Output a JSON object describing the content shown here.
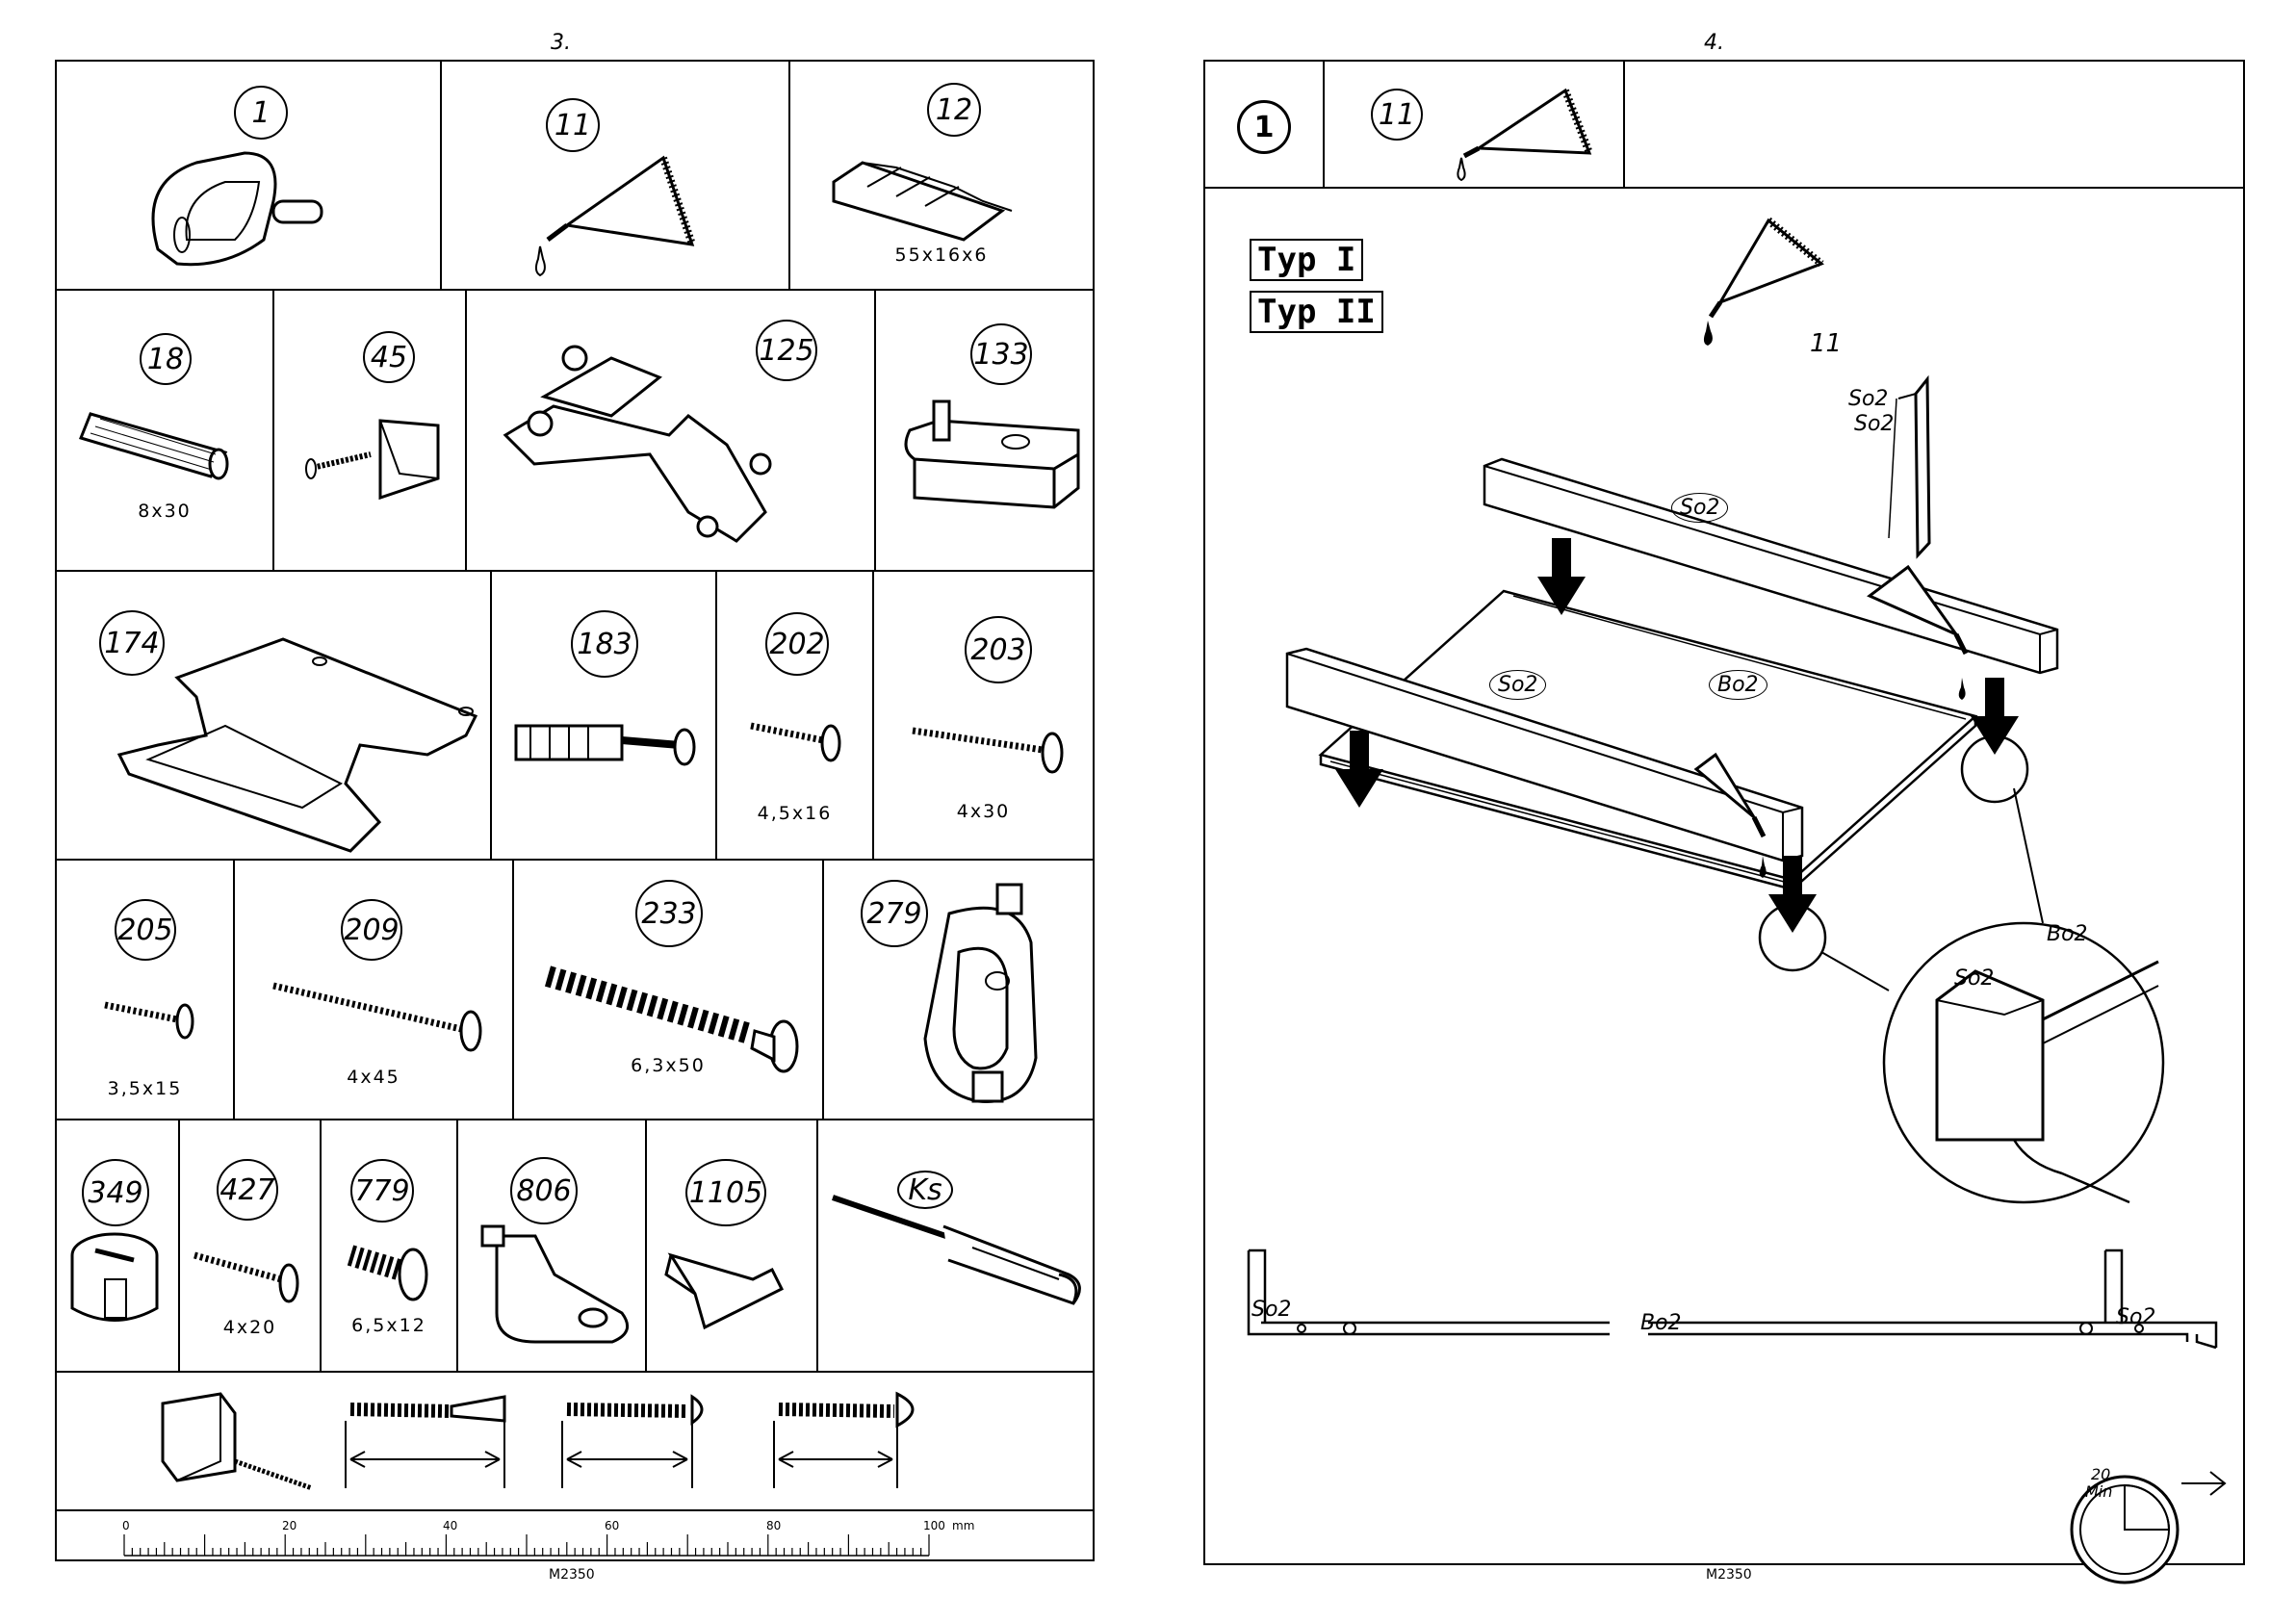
{
  "left_page": {
    "page_number": "3.",
    "parts": [
      {
        "number": "1",
        "size": ""
      },
      {
        "number": "11",
        "size": ""
      },
      {
        "number": "12",
        "size": "55x16x6"
      },
      {
        "number": "18",
        "size": "8x30"
      },
      {
        "number": "45",
        "size": ""
      },
      {
        "number": "125",
        "size": ""
      },
      {
        "number": "133",
        "size": ""
      },
      {
        "number": "174",
        "size": ""
      },
      {
        "number": "183",
        "size": ""
      },
      {
        "number": "202",
        "size": "4,5x16"
      },
      {
        "number": "203",
        "size": "4x30"
      },
      {
        "number": "205",
        "size": "3,5x15"
      },
      {
        "number": "209",
        "size": "4x45"
      },
      {
        "number": "233",
        "size": "6,3x50"
      },
      {
        "number": "279",
        "size": ""
      },
      {
        "number": "349",
        "size": ""
      },
      {
        "number": "427",
        "size": "4x20"
      },
      {
        "number": "779",
        "size": "6,5x12"
      },
      {
        "number": "806",
        "size": ""
      },
      {
        "number": "1105",
        "size": ""
      },
      {
        "number": "Ks",
        "size": ""
      }
    ],
    "ruler": {
      "labels": [
        "0",
        "20",
        "40",
        "60",
        "80",
        "100"
      ],
      "unit": "mm"
    },
    "footer_code": "M2350"
  },
  "right_page": {
    "page_number": "4.",
    "step_number": "1",
    "part_ref": "11",
    "type_labels": [
      "Typ I",
      "Typ II"
    ],
    "callouts": {
      "glue_label": "11",
      "so2_pair_top": "So2",
      "so2_pair_bottom": "So2",
      "panel_back": "So2",
      "panel_front": "So2",
      "bottom_panel": "Bo2",
      "detail_side": "So2",
      "detail_bottom": "Bo2",
      "section_left": "So2",
      "section_right": "So2",
      "section_bottom": "Bo2"
    },
    "time": {
      "value": "20",
      "unit": "Min"
    },
    "footer_code": "M2350"
  },
  "icons": [
    "glue-tube-icon",
    "arrow-right-icon",
    "clock-icon",
    "tape-measure-icon"
  ]
}
